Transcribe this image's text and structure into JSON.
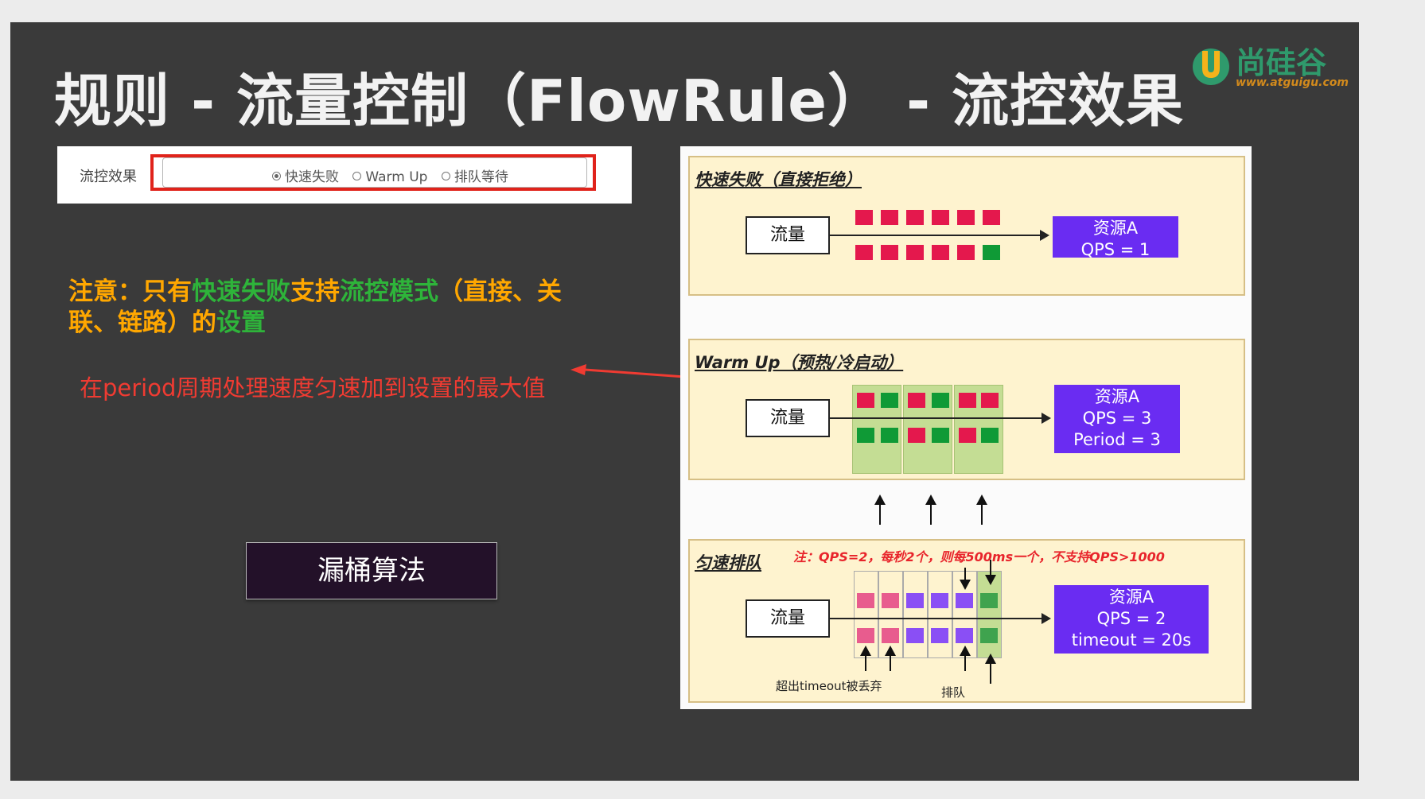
{
  "title": "规则 - 流量控制（FlowRule） - 流控效果",
  "logo": {
    "name": "尚硅谷",
    "url": "www.atguigu.com"
  },
  "control": {
    "label": "流控效果",
    "options": [
      "快速失败",
      "Warm Up",
      "排队等待"
    ],
    "selected": "快速失败"
  },
  "note": {
    "p1": "注意：只有",
    "h1": "快速失败",
    "p2": "支持",
    "h2": "流控模式",
    "p3": "（直接、关联、链路）的",
    "h3": "设置"
  },
  "period_note": "在period周期处理速度匀速加到设置的最大值",
  "leaky_button": "漏桶算法",
  "diagram": {
    "fast": {
      "title": "快速失败（直接拒绝）",
      "flow": "流量",
      "res1": "资源A",
      "res2": "QPS = 1"
    },
    "warm": {
      "title": "Warm Up（预热/冷启动）",
      "flow": "流量",
      "res1": "资源A",
      "res2": "QPS = 3",
      "res3": "Period = 3"
    },
    "queue": {
      "title": "匀速排队",
      "note": "注：QPS=2，每秒2个，则每500ms一个，不支持QPS>1000",
      "flow": "流量",
      "res1": "资源A",
      "res2": "QPS = 2",
      "res3": "timeout = 20s",
      "caption_drop": "超出timeout被丢弃",
      "caption_queue": "排队"
    }
  },
  "colors": {
    "reject": "#e4184d",
    "pass": "#0f9a36",
    "resource": "#6a2cf2",
    "note_orange": "#ffa700",
    "note_green": "#2eb43a",
    "period_red": "#f03b32"
  }
}
